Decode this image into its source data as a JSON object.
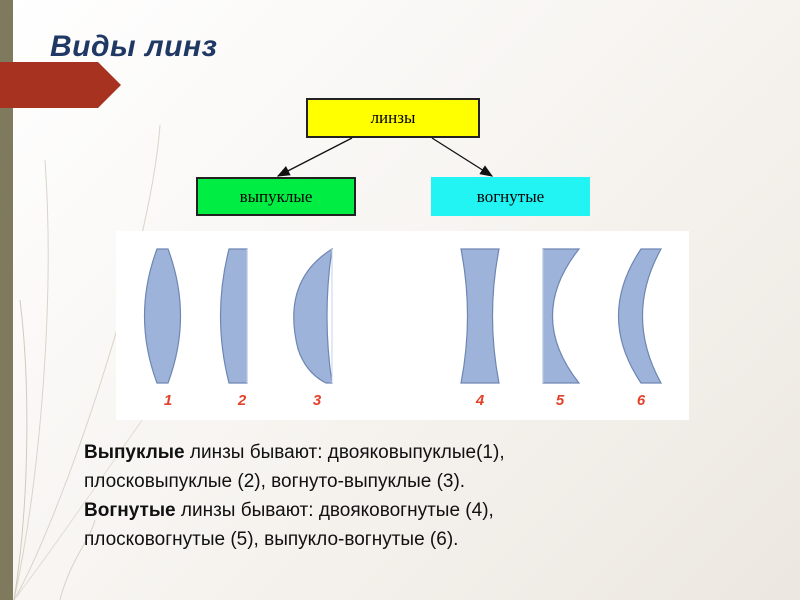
{
  "title": "Виды линз",
  "diagram": {
    "root_label": "линзы",
    "convex_label": "выпуклые",
    "concave_label": "вогнутые"
  },
  "lenses": {
    "labels": [
      "1",
      "2",
      "3",
      "4",
      "5",
      "6"
    ],
    "fill_color": "#9db3d9",
    "label_color": "#e2412a"
  },
  "description": {
    "line1_bold": "Выпуклые",
    "line1_rest": " линзы бывают: двояковыпуклые(1),",
    "line2": "плосковыпуклые (2), вогнуто-выпуклые (3).",
    "line3_bold": "Вогнутые",
    "line3_rest": " линзы бывают: двояковогнутые (4),",
    "line4": "плосковогнутые (5), выпукло-вогнутые (6)."
  },
  "colors": {
    "title": "#1f3864",
    "banner": "#a83220",
    "root_box": "#ffff00",
    "convex_box": "#00ee44",
    "concave_box": "#22f4f4"
  }
}
